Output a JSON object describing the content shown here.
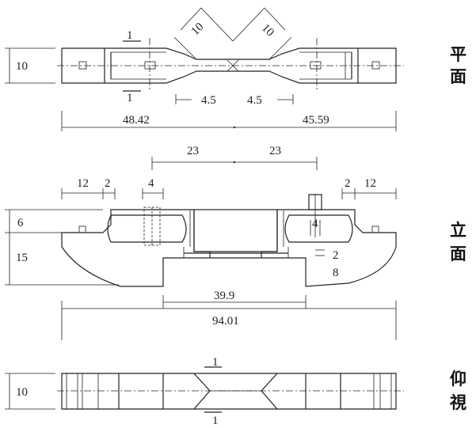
{
  "views": {
    "plan": {
      "label_top": "平",
      "label_bottom": "面"
    },
    "elevation": {
      "label_top": "立",
      "label_bottom": "面"
    },
    "bottom": {
      "label_top": "仰",
      "label_bottom": "視"
    }
  },
  "dims": {
    "plan_height": "10",
    "section_mark_top": "1",
    "section_mark_bottom": "1",
    "diag_left": "10",
    "diag_right": "10",
    "neck_left": "4.5",
    "neck_right": "4.5",
    "plan_left_len": "48.42",
    "plan_right_len": "45.59",
    "elev_half_left": "23",
    "elev_half_right": "23",
    "elev_end_left": "12",
    "elev_step_left": "2",
    "elev_peg_left": "4",
    "elev_step_right": "2",
    "elev_end_right": "12",
    "elev_upper_h": "6",
    "elev_lower_h": "15",
    "elev_peg_right": "4",
    "elev_small_a": "2",
    "elev_small_b": "8",
    "elev_bottom_len": "39.9",
    "elev_total_len": "94.01",
    "bottom_height": "10",
    "bottom_mark_top": "1",
    "bottom_mark_bottom": "1"
  }
}
